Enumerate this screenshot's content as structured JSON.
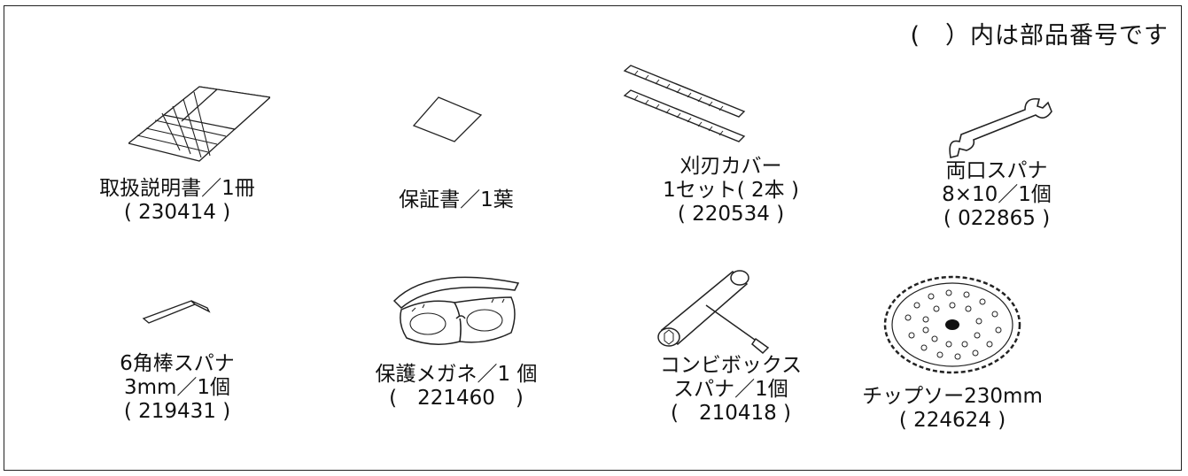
{
  "note": "(　）内は部品番号です",
  "items": [
    {
      "name": "manual",
      "lines": [
        "取扱説明書／1冊",
        "( 230414 )"
      ],
      "icon": "manual-icon"
    },
    {
      "name": "warranty",
      "lines": [
        "保証書／1葉"
      ],
      "icon": "card-icon"
    },
    {
      "name": "blade-cover",
      "lines": [
        "刈刃カバー",
        "1セット( 2本 )",
        "( 220534 )"
      ],
      "icon": "blade-cover-icon"
    },
    {
      "name": "wrench",
      "lines": [
        "両口スパナ",
        "8×10／1個",
        "( 022865 )"
      ],
      "icon": "wrench-icon"
    },
    {
      "name": "hex-key",
      "lines": [
        "6角棒スパナ",
        "3mm／1個",
        "( 219431 )"
      ],
      "icon": "hex-key-icon"
    },
    {
      "name": "goggles",
      "lines": [
        "保護メガネ／1 個",
        "(　221460　)"
      ],
      "icon": "goggles-icon"
    },
    {
      "name": "box-spanner",
      "lines": [
        "コンビボックス",
        "スパナ／1個",
        "(　210418 )"
      ],
      "icon": "box-spanner-icon"
    },
    {
      "name": "saw-blade",
      "lines": [
        "チップソー230mm",
        "( 224624 )"
      ],
      "icon": "saw-blade-icon"
    }
  ]
}
